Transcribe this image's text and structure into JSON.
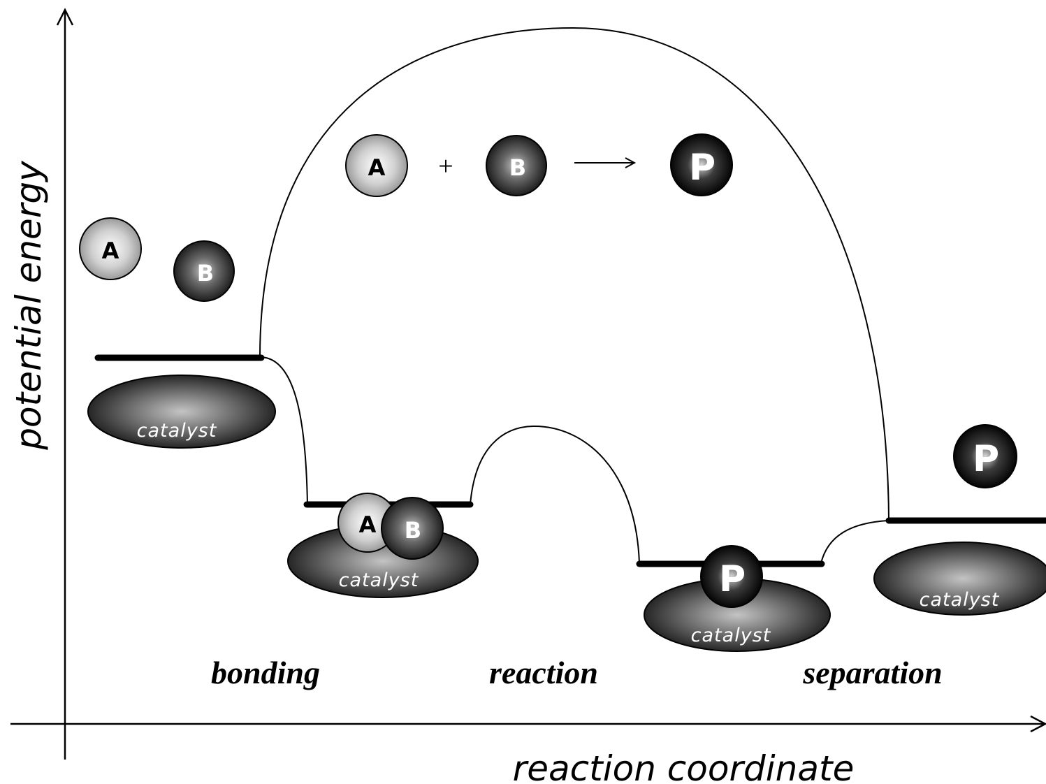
{
  "axes": {
    "y_label": "potential energy",
    "x_label": "reaction coordinate"
  },
  "stages": [
    "bonding",
    "reaction",
    "separation"
  ],
  "molecules": {
    "a": "A",
    "b": "B",
    "p": "P"
  },
  "equation": {
    "reactant_1": "A",
    "operator": "+",
    "reactant_2": "B",
    "product": "P"
  },
  "catalyst_label": "catalyst",
  "colors": {
    "line": "#000000",
    "molecule_a": "#d9d9d9",
    "molecule_b": "#3a3a3a",
    "molecule_p": "#1a1a1a",
    "catalyst": "#2e2e2e"
  }
}
